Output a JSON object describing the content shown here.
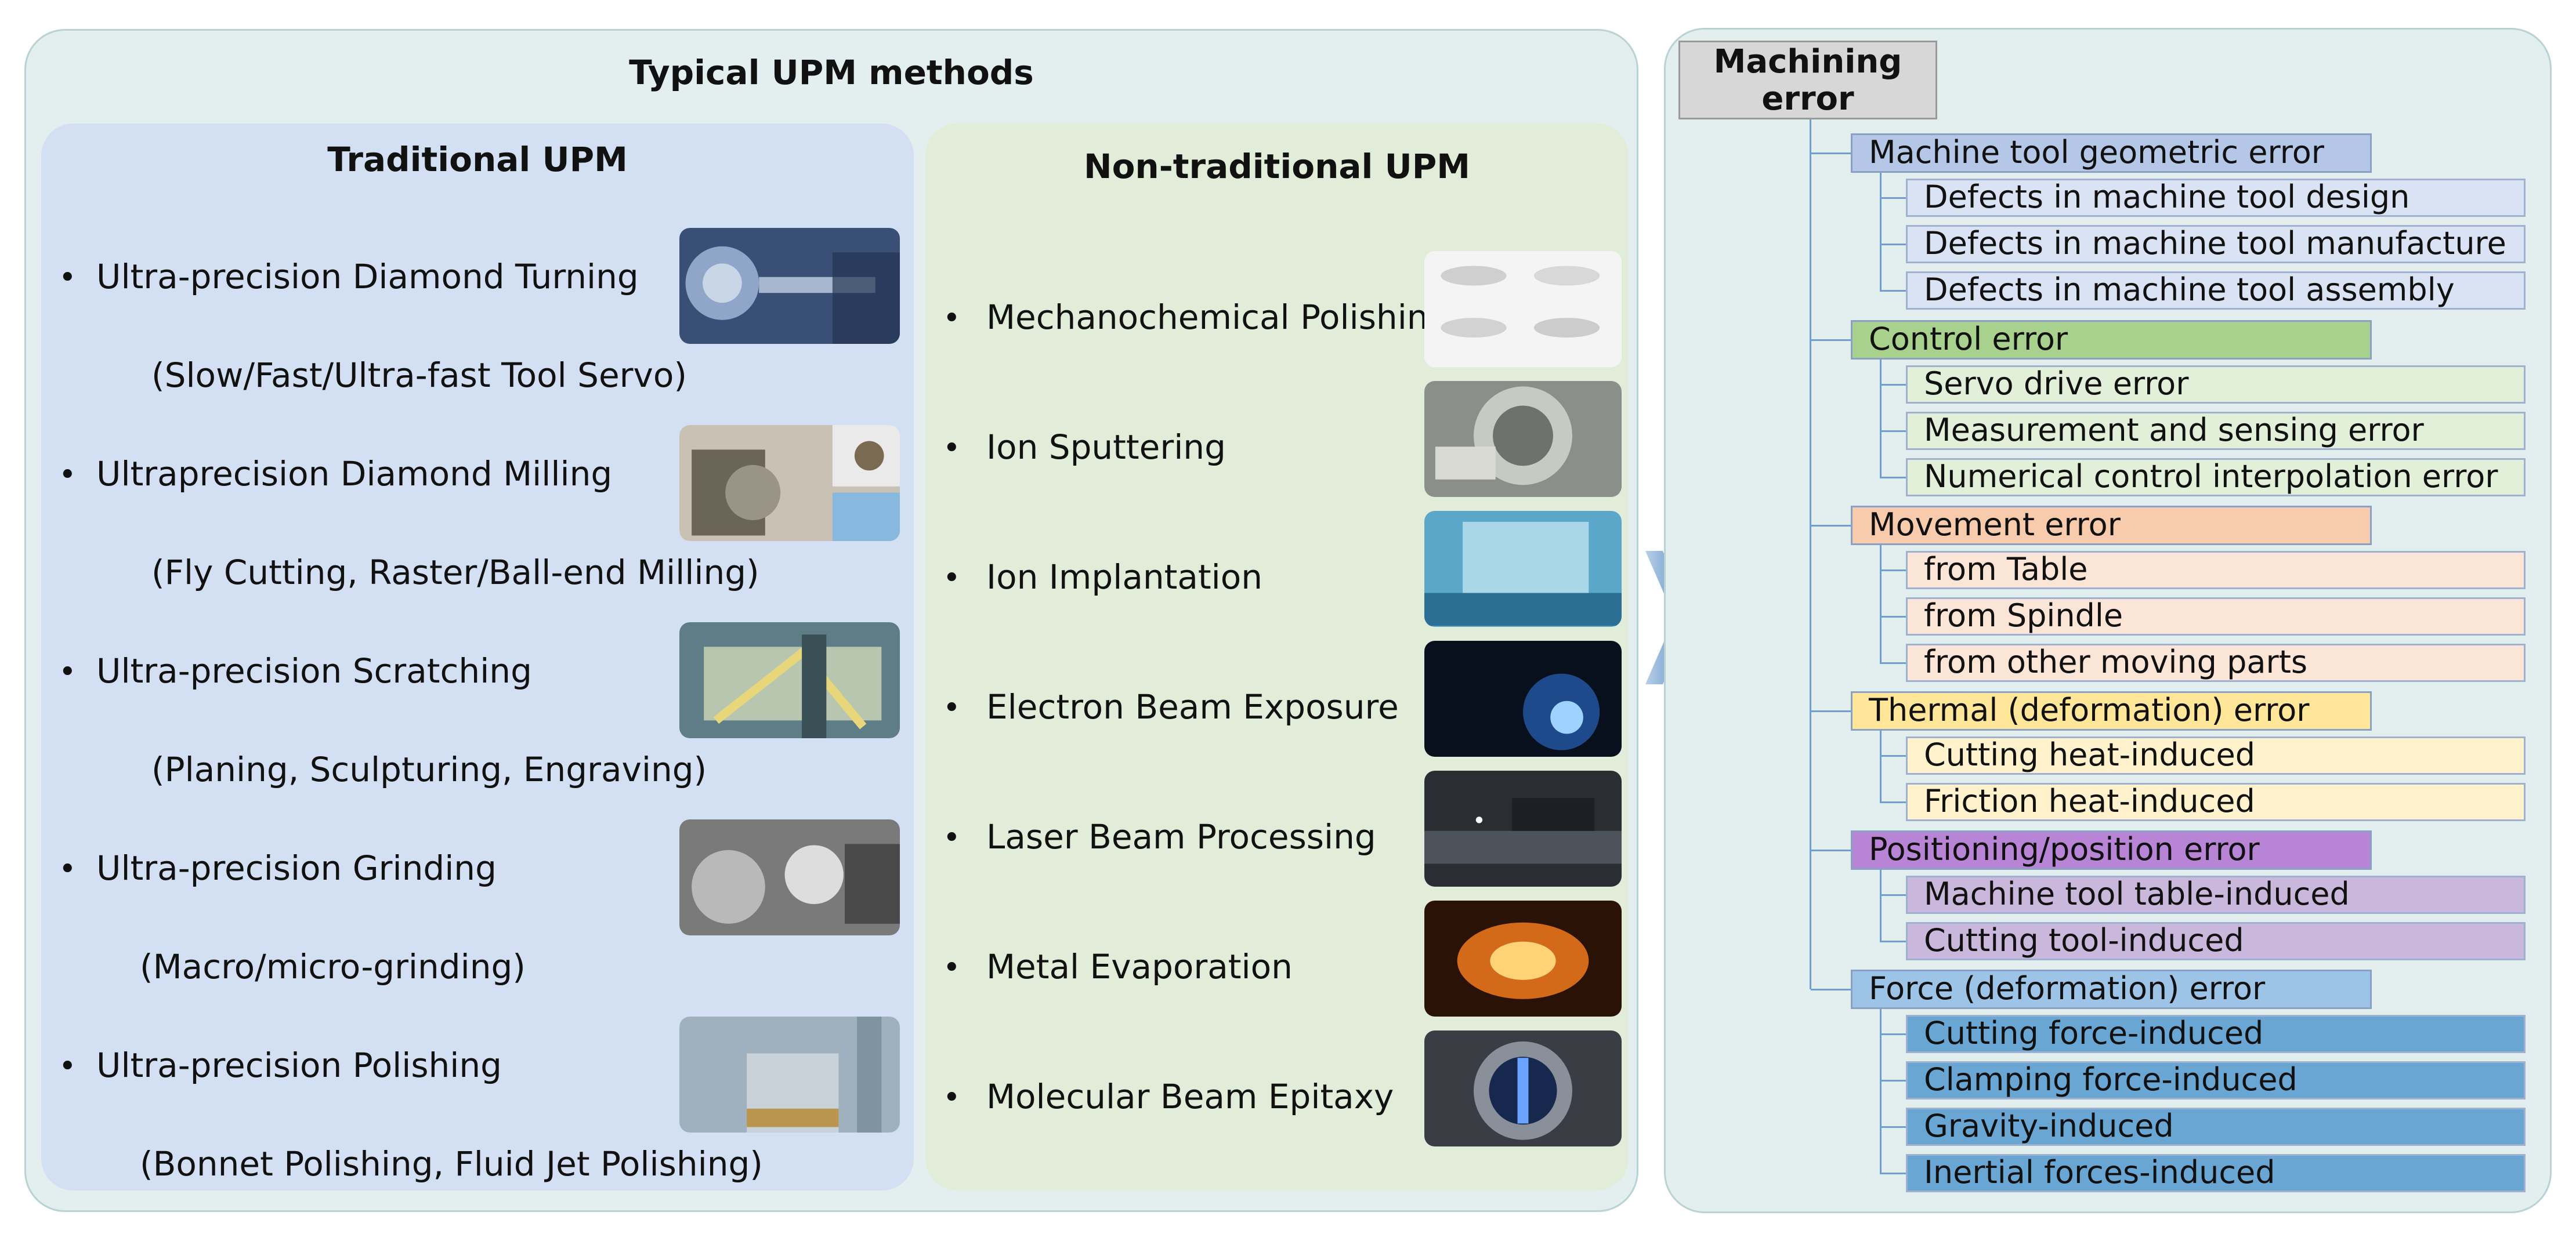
{
  "left_panel": {
    "title": "Typical UPM methods",
    "traditional": {
      "title": "Traditional UPM",
      "items": [
        {
          "label": "Ultra-precision Diamond Turning",
          "sub": "(Slow/Fast/Ultra-fast Tool Servo)",
          "image": "diamond-turning-photo"
        },
        {
          "label": "Ultraprecision Diamond Milling",
          "sub": "(Fly Cutting, Raster/Ball-end Milling)",
          "image": "diamond-milling-photo"
        },
        {
          "label": "Ultra-precision Scratching",
          "sub": "(Planing, Sculpturing, Engraving)",
          "image": "scratching-photo"
        },
        {
          "label": "Ultra-precision Grinding",
          "sub": "(Macro/micro-grinding)",
          "image": "grinding-photo"
        },
        {
          "label": "Ultra-precision Polishing",
          "sub": "(Bonnet Polishing, Fluid Jet Polishing)",
          "image": "polishing-photo"
        }
      ]
    },
    "non_traditional": {
      "title": "Non-traditional UPM",
      "items": [
        {
          "label": "Mechanochemical Polishing",
          "image": "mechanochemical-photo"
        },
        {
          "label": "Ion Sputtering",
          "image": "ion-sputtering-photo"
        },
        {
          "label": "Ion Implantation",
          "image": "ion-implantation-photo"
        },
        {
          "label": "Electron Beam Exposure",
          "image": "electron-beam-photo"
        },
        {
          "label": "Laser Beam Processing",
          "image": "laser-beam-photo"
        },
        {
          "label": "Metal Evaporation",
          "image": "metal-evaporation-photo"
        },
        {
          "label": "Molecular Beam Epitaxy",
          "image": "mbe-photo"
        }
      ]
    },
    "bullet": "•"
  },
  "right_panel": {
    "root": {
      "line1": "Machining",
      "line2": "error"
    },
    "categories": [
      {
        "label": "Machine tool geometric error",
        "color": "#b4c7e7",
        "leaf_color": "#dae3f3",
        "leaves": [
          "Defects in machine tool design",
          "Defects in machine tool manufacture",
          "Defects in machine tool assembly"
        ]
      },
      {
        "label": "Control error",
        "color": "#a9d18e",
        "leaf_color": "#e2f0d9",
        "leaves": [
          "Servo drive error",
          "Measurement and sensing error",
          "Numerical control interpolation error"
        ]
      },
      {
        "label": "Movement error",
        "color": "#f8cbad",
        "leaf_color": "#fbe5d6",
        "leaves": [
          "from Table",
          "from Spindle",
          "from other moving parts"
        ]
      },
      {
        "label": "Thermal (deformation) error",
        "color": "#ffe699",
        "leaf_color": "#fff2cc",
        "leaves": [
          "Cutting heat-induced",
          "Friction heat-induced"
        ]
      },
      {
        "label": "Positioning/position error",
        "color": "#b884d6",
        "leaf_color": "#c9b8dc",
        "leaves": [
          "Machine tool table-induced",
          "Cutting tool-induced"
        ]
      },
      {
        "label": "Force (deformation) error",
        "color": "#9dc3e6",
        "leaf_color": "#6aa6d4",
        "leaves": [
          "Cutting force-induced",
          "Clamping force-induced",
          "Gravity-induced",
          "Inertial forces-induced"
        ]
      }
    ]
  }
}
